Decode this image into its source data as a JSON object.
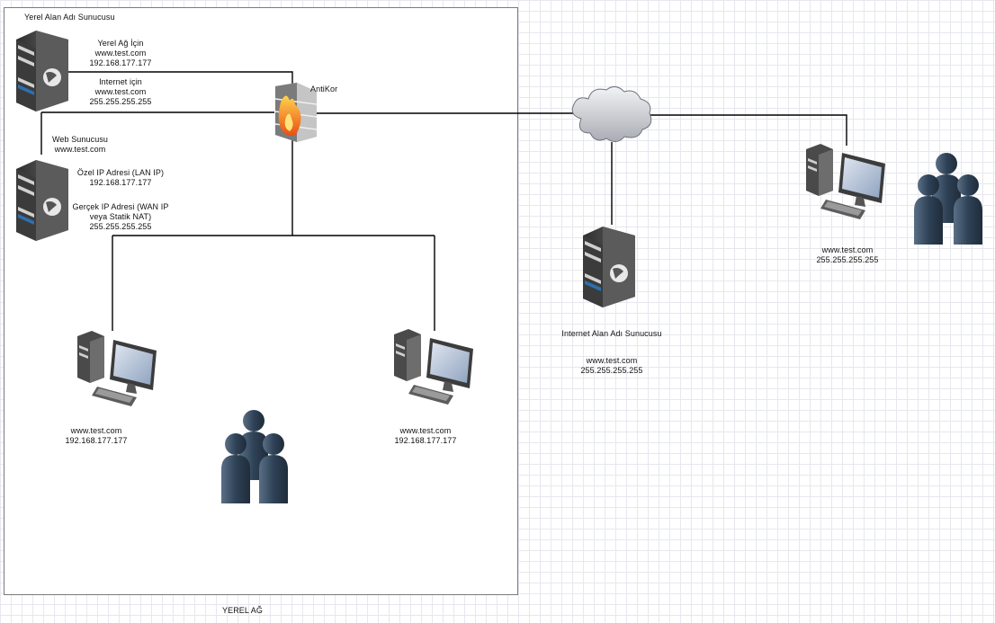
{
  "diagram": {
    "lan_title": "Yerel Alan Adı Sunucusu",
    "lan_caption": "YEREL AĞ",
    "dns_server": {
      "lan_label": "Yerel Ağ İçin",
      "lan_host": "www.test.com",
      "lan_ip": "192.168.177.177",
      "internet_label": "Internet için",
      "internet_host": "www.test.com",
      "internet_ip": "255.255.255.255"
    },
    "web_server": {
      "title": "Web Sunucusu",
      "host": "www.test.com",
      "private_label": "Özel IP Adresi (LAN IP)",
      "private_ip": "192.168.177.177",
      "public_label_1": "Gerçek IP Adresi (WAN IP",
      "public_label_2": "veya Statik NAT)",
      "public_ip": "255.255.255.255"
    },
    "firewall": {
      "label": "AntiKor"
    },
    "client_left": {
      "host": "www.test.com",
      "ip": "192.168.177.177"
    },
    "client_right": {
      "host": "www.test.com",
      "ip": "192.168.177.177"
    },
    "internet_dns": {
      "label": "Internet Alan Adı Sunucusu",
      "host": "www.test.com",
      "ip": "255.255.255.255"
    },
    "remote_client": {
      "host": "www.test.com",
      "ip": "255.255.255.255"
    },
    "icons": [
      "server-icon",
      "firewall-icon",
      "cloud-icon",
      "workstation-icon",
      "user-group-icon"
    ],
    "colors": {
      "line": "#000000",
      "server_body": "#4a4a4a",
      "user": "#34495e",
      "flame": "#f06a1d",
      "cloud": "#c9cbd0"
    }
  }
}
